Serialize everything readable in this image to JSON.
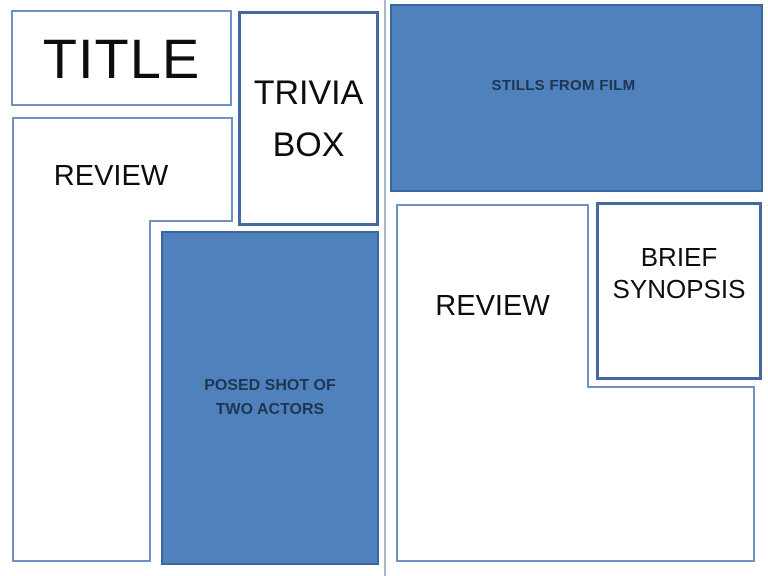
{
  "slide": {
    "left_page": {
      "title_box_label": "TITLE",
      "review_box_label": "REVIEW",
      "trivia_box_label": "TRIVIA BOX",
      "posed_shot_box_label": "POSED SHOT OF TWO ACTORS"
    },
    "right_page": {
      "stills_box_label": "STILLS FROM FILM",
      "review_box_label": "REVIEW",
      "brief_synopsis_box_label": "BRIEF SYNOPSIS"
    },
    "colors": {
      "accent_fill": "#4f81bd",
      "accent_box_border": "#3c679e",
      "light_box_border": "#6e93c3",
      "dark_box_border": "#44689f",
      "page_divider": "#a9b7c6",
      "dark_text_on_blue": "#1f3550",
      "text": "#0d0d0d"
    }
  }
}
